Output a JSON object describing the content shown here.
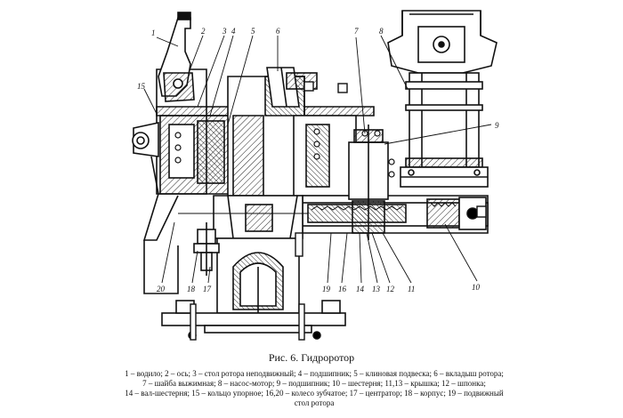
{
  "callouts": [
    "1",
    "2",
    "3",
    "4",
    "5",
    "6",
    "7",
    "8",
    "9",
    "10",
    "11",
    "12",
    "13",
    "14",
    "15",
    "16",
    "17",
    "18",
    "19",
    "20"
  ],
  "caption": {
    "title": "Рис. 6. Гидроротор",
    "legend": [
      "1 – водило; 2 – ось; 3 – стол ротора неподвижный; 4 – подшипник; 5 – клиновая подвеска; 6 – вкладыш ротора;",
      "7 – шайба выжимная; 8 – насос-мотор; 9 – подшипник; 10 – шестерня; 11,13 – крышка; 12 – шпонка;",
      "14 – вал-шестерня; 15 – кольцо упорное; 16,20 – колесо зубчатое; 17 – центратор; 18 – корпус; 19 – подвижный",
      "стол ротора"
    ]
  }
}
